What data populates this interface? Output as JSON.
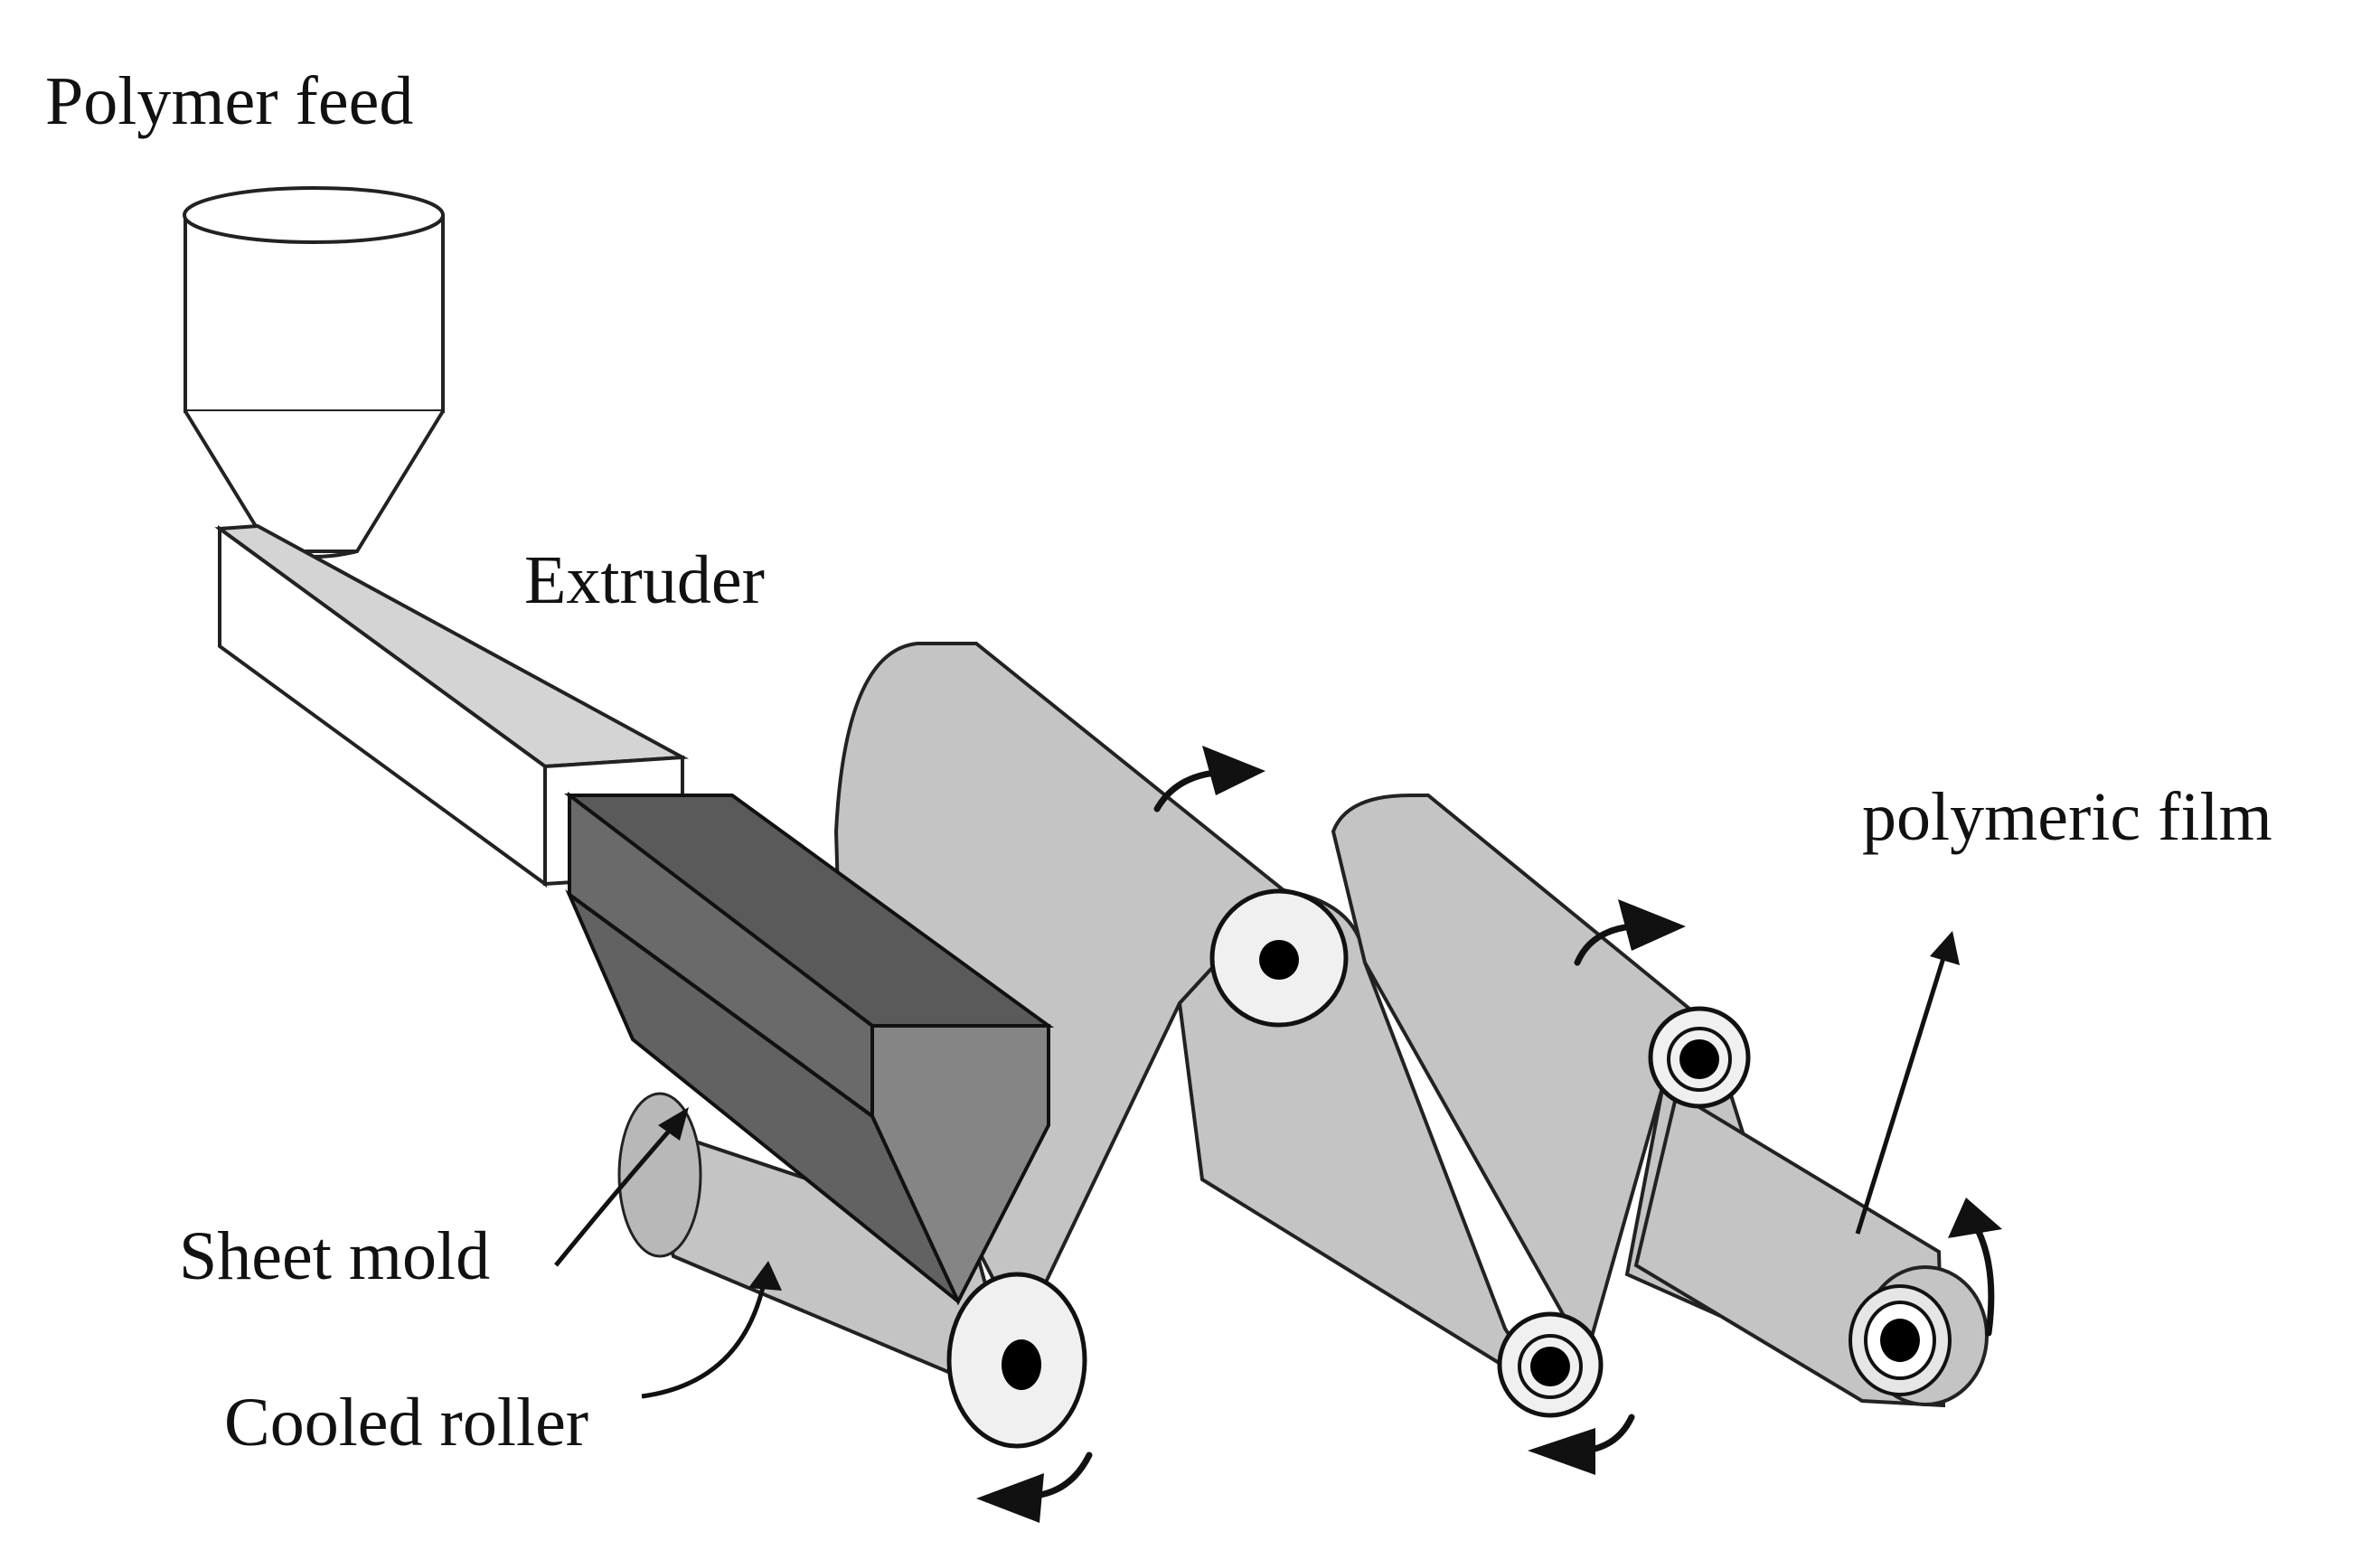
{
  "labels": {
    "polymer_feed": "Polymer feed",
    "extruder": "Extruder",
    "polymeric_film": "polymeric film",
    "sheet_mold": "Sheet mold",
    "cooled_roller": "Cooled roller"
  },
  "colors": {
    "film": "#c4c4c4",
    "film_dark": "#b3b3b3",
    "mold_top": "#5a5a5a",
    "mold_front": "#6e6e6e",
    "mold_side": "#8a8a8a",
    "roller_face": "#f0f0f0",
    "hub": "#000000",
    "line": "#111111"
  }
}
